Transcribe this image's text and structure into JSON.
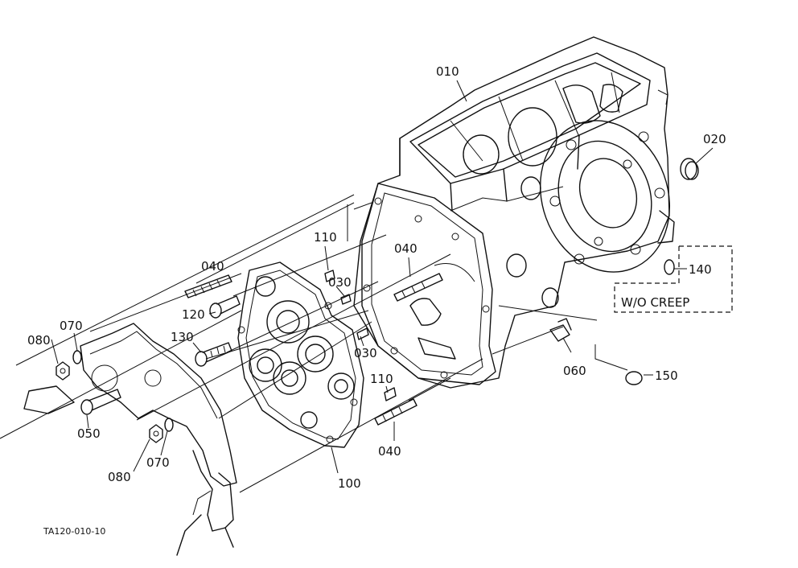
{
  "figure_code": "TA120-010-10",
  "callout_box": {
    "text": "W/O CREEP"
  },
  "labels": {
    "p010": "010",
    "p020": "020",
    "p030a": "030",
    "p030b": "030",
    "p040a": "040",
    "p040b": "040",
    "p040c": "040",
    "p050": "050",
    "p060": "060",
    "p070a": "070",
    "p070b": "070",
    "p080a": "080",
    "p080b": "080",
    "p100": "100",
    "p110a": "110",
    "p110b": "110",
    "p120": "120",
    "p130": "130",
    "p140": "140",
    "p150": "150"
  }
}
